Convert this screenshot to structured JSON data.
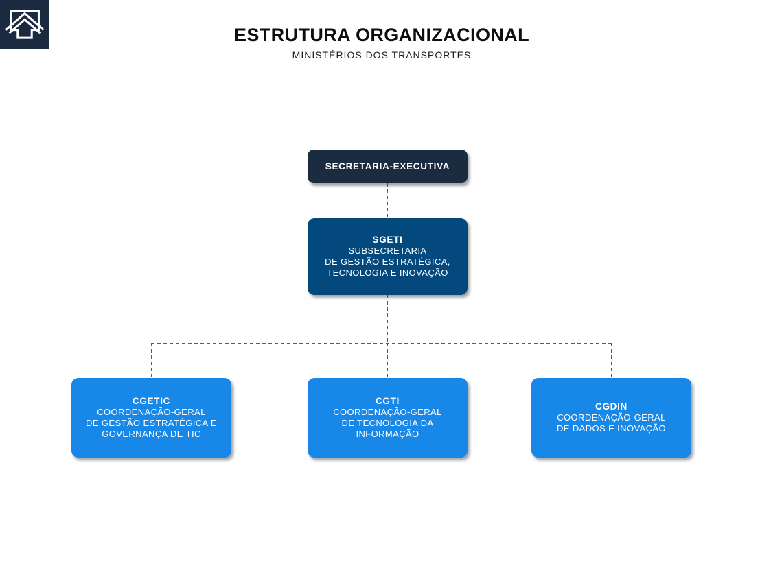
{
  "header": {
    "title": "ESTRUTURA ORGANIZACIONAL",
    "subtitle": "MINISTÉRIOS DOS TRANSPORTES"
  },
  "logo": {
    "icon": "home-up-arrow-icon",
    "background": "#1b2a40",
    "stroke": "#ffffff"
  },
  "org_chart": {
    "colors": {
      "level1_bg": "#1b2c40",
      "level2_bg": "#03497d",
      "level3_bg": "#1787e8",
      "text": "#ffffff",
      "connector": "#5a5a5a"
    },
    "nodes": [
      {
        "id": "secretaria-executiva",
        "level": 1,
        "acronym": "SECRETARIA-EXECUTIVA",
        "lines": []
      },
      {
        "id": "sgeti",
        "level": 2,
        "parent": "secretaria-executiva",
        "acronym": "SGETI",
        "lines": [
          "SUBSECRETARIA",
          "DE GESTÃO ESTRATÉGICA,",
          "TECNOLOGIA E INOVAÇÃO"
        ]
      },
      {
        "id": "cgetic",
        "level": 3,
        "parent": "sgeti",
        "acronym": "CGETIC",
        "lines": [
          "COORDENAÇÃO-GERAL",
          "DE GESTÃO ESTRATÉGICA E",
          "GOVERNANÇA DE TIC"
        ]
      },
      {
        "id": "cgti",
        "level": 3,
        "parent": "sgeti",
        "acronym": "CGTI",
        "lines": [
          "COORDENAÇÃO-GERAL",
          "DE TECNOLOGIA DA",
          "INFORMAÇÃO"
        ]
      },
      {
        "id": "cgdin",
        "level": 3,
        "parent": "sgeti",
        "acronym": "CGDIN",
        "lines": [
          "COORDENAÇÃO-GERAL",
          "DE DADOS E INOVAÇÃO"
        ]
      }
    ]
  }
}
